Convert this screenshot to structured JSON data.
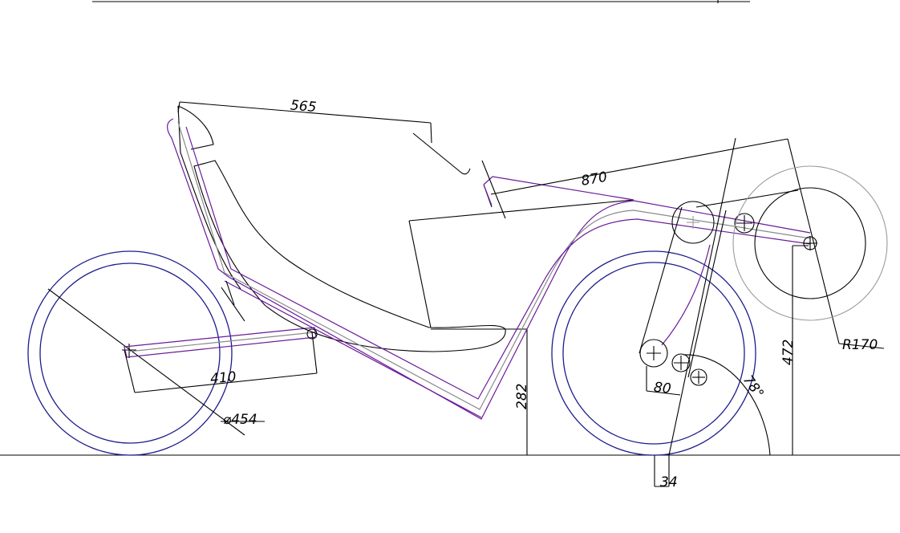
{
  "dimensions": {
    "seat_length": "565",
    "frame_length": "870",
    "chainstay": "410",
    "wheel_diameter": "⌀454",
    "seat_height": "282",
    "pedal_height": "472",
    "idler_offset": "80",
    "fork_angle": "78°",
    "trail": "34",
    "crank_radius": "R170"
  },
  "colors": {
    "ink": "#000000",
    "wheel": "#1c1c8c",
    "frame": "#6a1a9a",
    "frame_center": "#8a8a8a",
    "crank_circle": "#9a9a9a"
  }
}
